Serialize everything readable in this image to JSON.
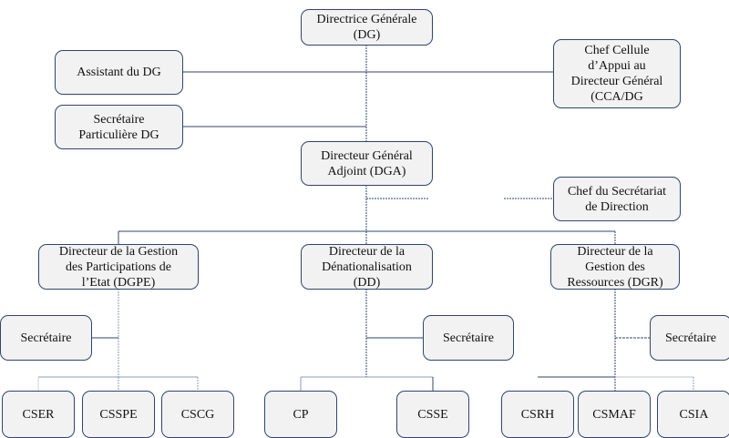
{
  "diagram": {
    "type": "organization-chart",
    "line_color": "#2f4670",
    "box_fill": "#f2f2f2",
    "nodes": {
      "dg": "Directrice Générale\n(DG)",
      "assistant_dg": "Assistant du DG",
      "chef_cellule": "Chef Cellule\nd’Appui au\nDirecteur Général\n(CCA/DG",
      "secretaire_particuliere": "Secrétaire\nParticulière DG",
      "dga": "Directeur Général\nAdjoint (DGA)",
      "chef_secretariat": "Chef du Secrétariat\nde Direction",
      "dgpe": "Directeur de la Gestion\ndes Participations de\nl’Etat (DGPE)",
      "dd": "Directeur de la\nDénationalisation\n(DD)",
      "dgr": "Directeur de la\nGestion des\nRessources (DGR)",
      "secretaire_dgpe": "Secrétaire",
      "secretaire_dd": "Secrétaire",
      "secretaire_dgr": "Secrétaire",
      "cser": "CSER",
      "csspe": "CSSPE",
      "cscg": "CSCG",
      "cp": "CP",
      "csse": "CSSE",
      "csrh": "CSRH",
      "csmaf": "CSMAF",
      "csia": "CSIA"
    },
    "edges": [
      [
        "dg",
        "dga"
      ],
      [
        "dg",
        "assistant_dg"
      ],
      [
        "dg",
        "chef_cellule"
      ],
      [
        "dg",
        "secretaire_particuliere"
      ],
      [
        "dga",
        "chef_secretariat"
      ],
      [
        "dga",
        "dgpe"
      ],
      [
        "dga",
        "dd"
      ],
      [
        "dga",
        "dgr"
      ],
      [
        "dgpe",
        "secretaire_dgpe"
      ],
      [
        "dgpe",
        "cser"
      ],
      [
        "dgpe",
        "csspe"
      ],
      [
        "dgpe",
        "cscg"
      ],
      [
        "dd",
        "secretaire_dd"
      ],
      [
        "dd",
        "cp"
      ],
      [
        "dd",
        "csse"
      ],
      [
        "dgr",
        "secretaire_dgr"
      ],
      [
        "dgr",
        "csrh"
      ],
      [
        "dgr",
        "csmaf"
      ],
      [
        "dgr",
        "csia"
      ]
    ]
  }
}
